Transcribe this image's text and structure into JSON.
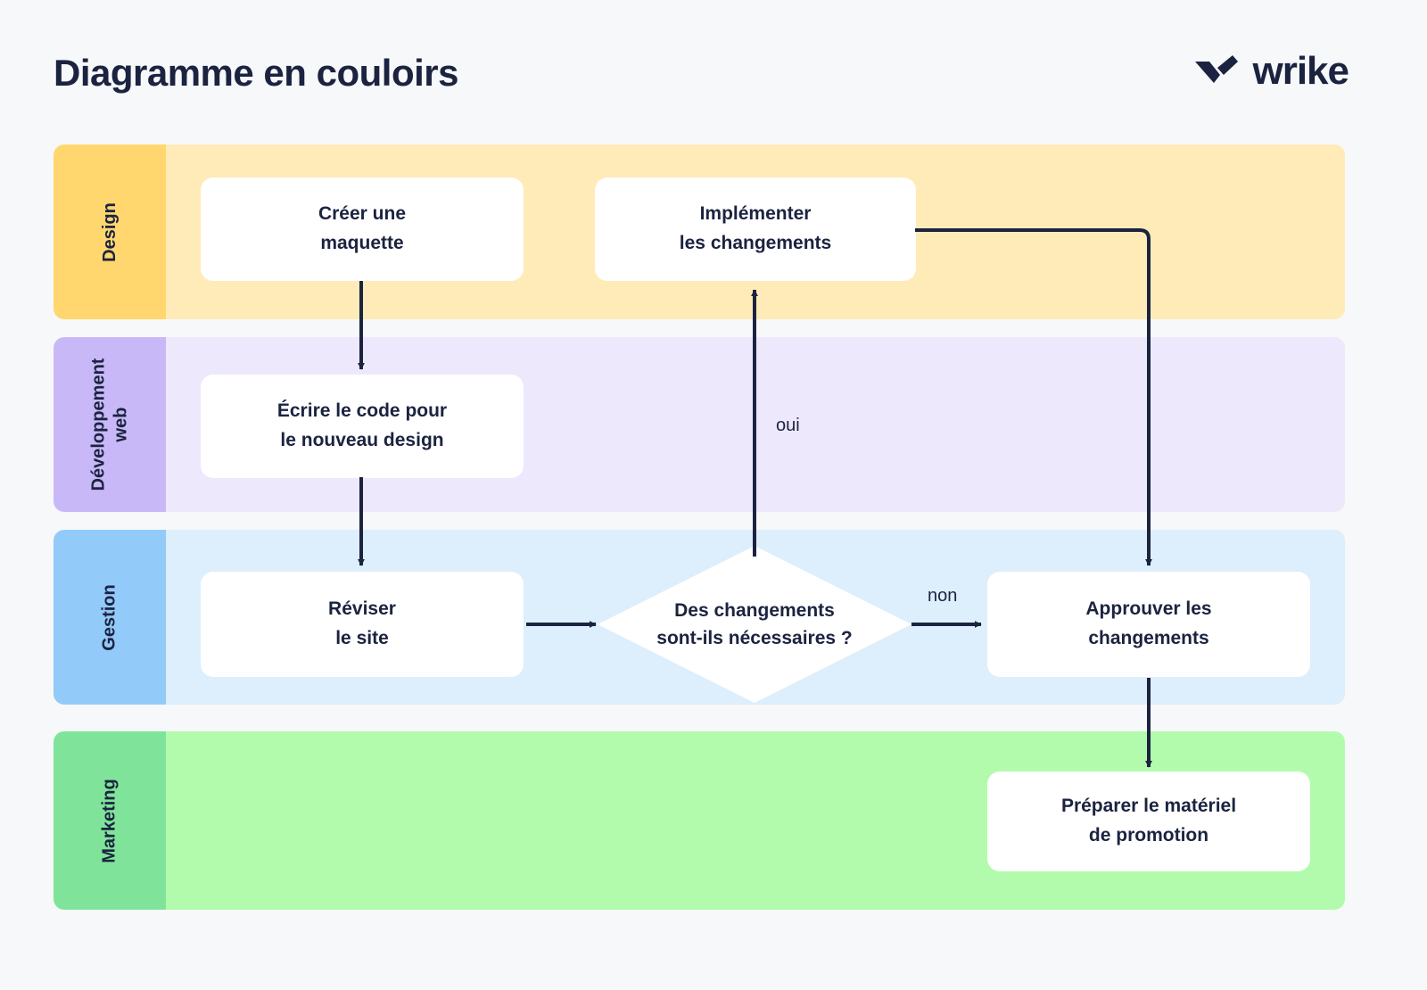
{
  "header": {
    "title": "Diagramme en couloirs",
    "brand_name": "wrike",
    "brand_icon": "wrike-checkmark-logo-icon"
  },
  "colors": {
    "background": "#f6f8fa",
    "text": "#1b2340",
    "node_fill": "#ffffff",
    "connector": "#1b2340",
    "lane_design_header": "#ffd76e",
    "lane_design_body": "#ffebb8",
    "lane_dev_header": "#c9b8f7",
    "lane_dev_body": "#eee8fd",
    "lane_gestion_header": "#92caf9",
    "lane_gestion_body": "#ddeefc",
    "lane_marketing_header": "#7fe49a",
    "lane_marketing_body": "#b2fbac"
  },
  "lanes": [
    {
      "id": "design",
      "label": "Design",
      "label_line2": ""
    },
    {
      "id": "dev",
      "label": "Développement",
      "label_line2": "web"
    },
    {
      "id": "gestion",
      "label": "Gestion",
      "label_line2": ""
    },
    {
      "id": "marketing",
      "label": "Marketing",
      "label_line2": ""
    }
  ],
  "nodes": [
    {
      "id": "creer-maquette",
      "lane": "design",
      "shape": "process",
      "line1": "Créer une",
      "line2": "maquette"
    },
    {
      "id": "implementer",
      "lane": "design",
      "shape": "process",
      "line1": "Implémenter",
      "line2": "les changements"
    },
    {
      "id": "ecrire-code",
      "lane": "dev",
      "shape": "process",
      "line1": "Écrire le code pour",
      "line2": "le nouveau design"
    },
    {
      "id": "reviser-site",
      "lane": "gestion",
      "shape": "process",
      "line1": "Réviser",
      "line2": "le site"
    },
    {
      "id": "decision",
      "lane": "gestion",
      "shape": "decision",
      "line1": "Des changements",
      "line2": "sont-ils nécessaires ?"
    },
    {
      "id": "approuver",
      "lane": "gestion",
      "shape": "process",
      "line1": "Approuver les",
      "line2": "changements"
    },
    {
      "id": "preparer-materiel",
      "lane": "marketing",
      "shape": "process",
      "line1": "Préparer le matériel",
      "line2": "de promotion"
    }
  ],
  "edges": [
    {
      "id": "creer-to-ecrire",
      "from": "creer-maquette",
      "to": "ecrire-code",
      "label": ""
    },
    {
      "id": "ecrire-to-reviser",
      "from": "ecrire-code",
      "to": "reviser-site",
      "label": ""
    },
    {
      "id": "reviser-to-decision",
      "from": "reviser-site",
      "to": "decision",
      "label": ""
    },
    {
      "id": "decision-oui-implementer",
      "from": "decision",
      "to": "implementer",
      "label": "oui"
    },
    {
      "id": "decision-non-approuver",
      "from": "decision",
      "to": "approuver",
      "label": "non"
    },
    {
      "id": "implementer-to-approuver",
      "from": "implementer",
      "to": "approuver",
      "label": ""
    },
    {
      "id": "approuver-to-preparer",
      "from": "approuver",
      "to": "preparer-materiel",
      "label": ""
    }
  ]
}
